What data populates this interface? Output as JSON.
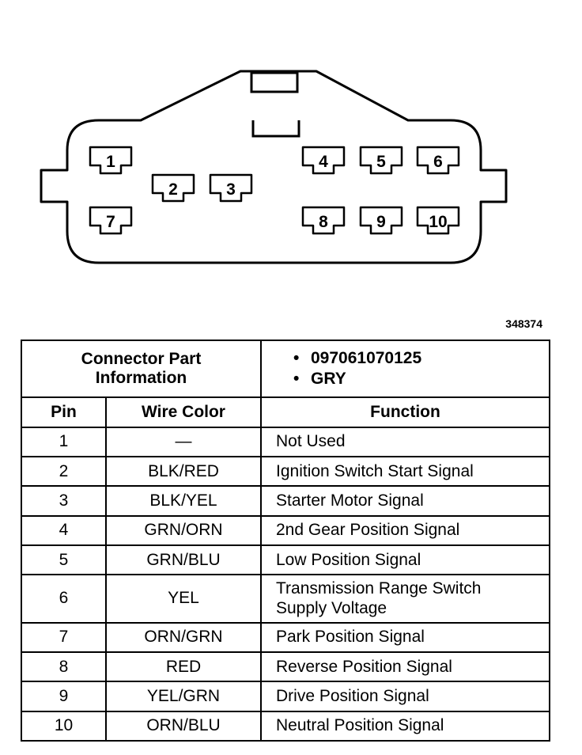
{
  "connector": {
    "pins": [
      "1",
      "2",
      "3",
      "4",
      "5",
      "6",
      "7",
      "8",
      "9",
      "10"
    ]
  },
  "figure_number": "348374",
  "table": {
    "header_label": "Connector Part Information",
    "header_label_line1": "Connector Part",
    "header_label_line2": "Information",
    "part_info": [
      "097061070125",
      "GRY"
    ],
    "columns": [
      "Pin",
      "Wire Color",
      "Function"
    ],
    "rows": [
      {
        "pin": "1",
        "wire": "—",
        "function": "Not Used"
      },
      {
        "pin": "2",
        "wire": "BLK/RED",
        "function": "Ignition Switch Start Signal"
      },
      {
        "pin": "3",
        "wire": "BLK/YEL",
        "function": "Starter Motor Signal"
      },
      {
        "pin": "4",
        "wire": "GRN/ORN",
        "function": "2nd Gear Position Signal"
      },
      {
        "pin": "5",
        "wire": "GRN/BLU",
        "function": "Low Position Signal"
      },
      {
        "pin": "6",
        "wire": "YEL",
        "function": "Transmission Range Switch Supply Voltage",
        "function_line1": "Transmission Range Switch",
        "function_line2": "Supply Voltage"
      },
      {
        "pin": "7",
        "wire": "ORN/GRN",
        "function": "Park Position Signal"
      },
      {
        "pin": "8",
        "wire": "RED",
        "function": "Reverse Position Signal"
      },
      {
        "pin": "9",
        "wire": "YEL/GRN",
        "function": "Drive Position Signal"
      },
      {
        "pin": "10",
        "wire": "ORN/BLU",
        "function": "Neutral Position Signal"
      }
    ]
  }
}
